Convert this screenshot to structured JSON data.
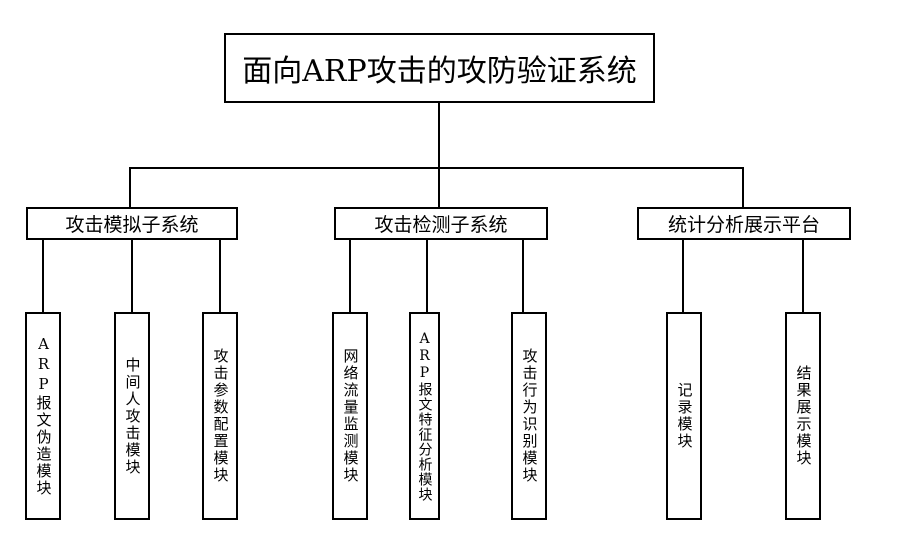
{
  "root": {
    "label": "面向ARP攻击的攻防验证系统"
  },
  "subsystems": [
    {
      "label": "攻击模拟子系统",
      "modules": [
        "ARP报文伪造模块",
        "中间人攻击模块",
        "攻击参数配置模块"
      ]
    },
    {
      "label": "攻击检测子系统",
      "modules": [
        "网络流量监测模块",
        "ARP报文特征分析模块",
        "攻击行为识别模块"
      ]
    },
    {
      "label": "统计分析展示平台",
      "modules": [
        "记录模块",
        "结果展示模块"
      ]
    }
  ]
}
